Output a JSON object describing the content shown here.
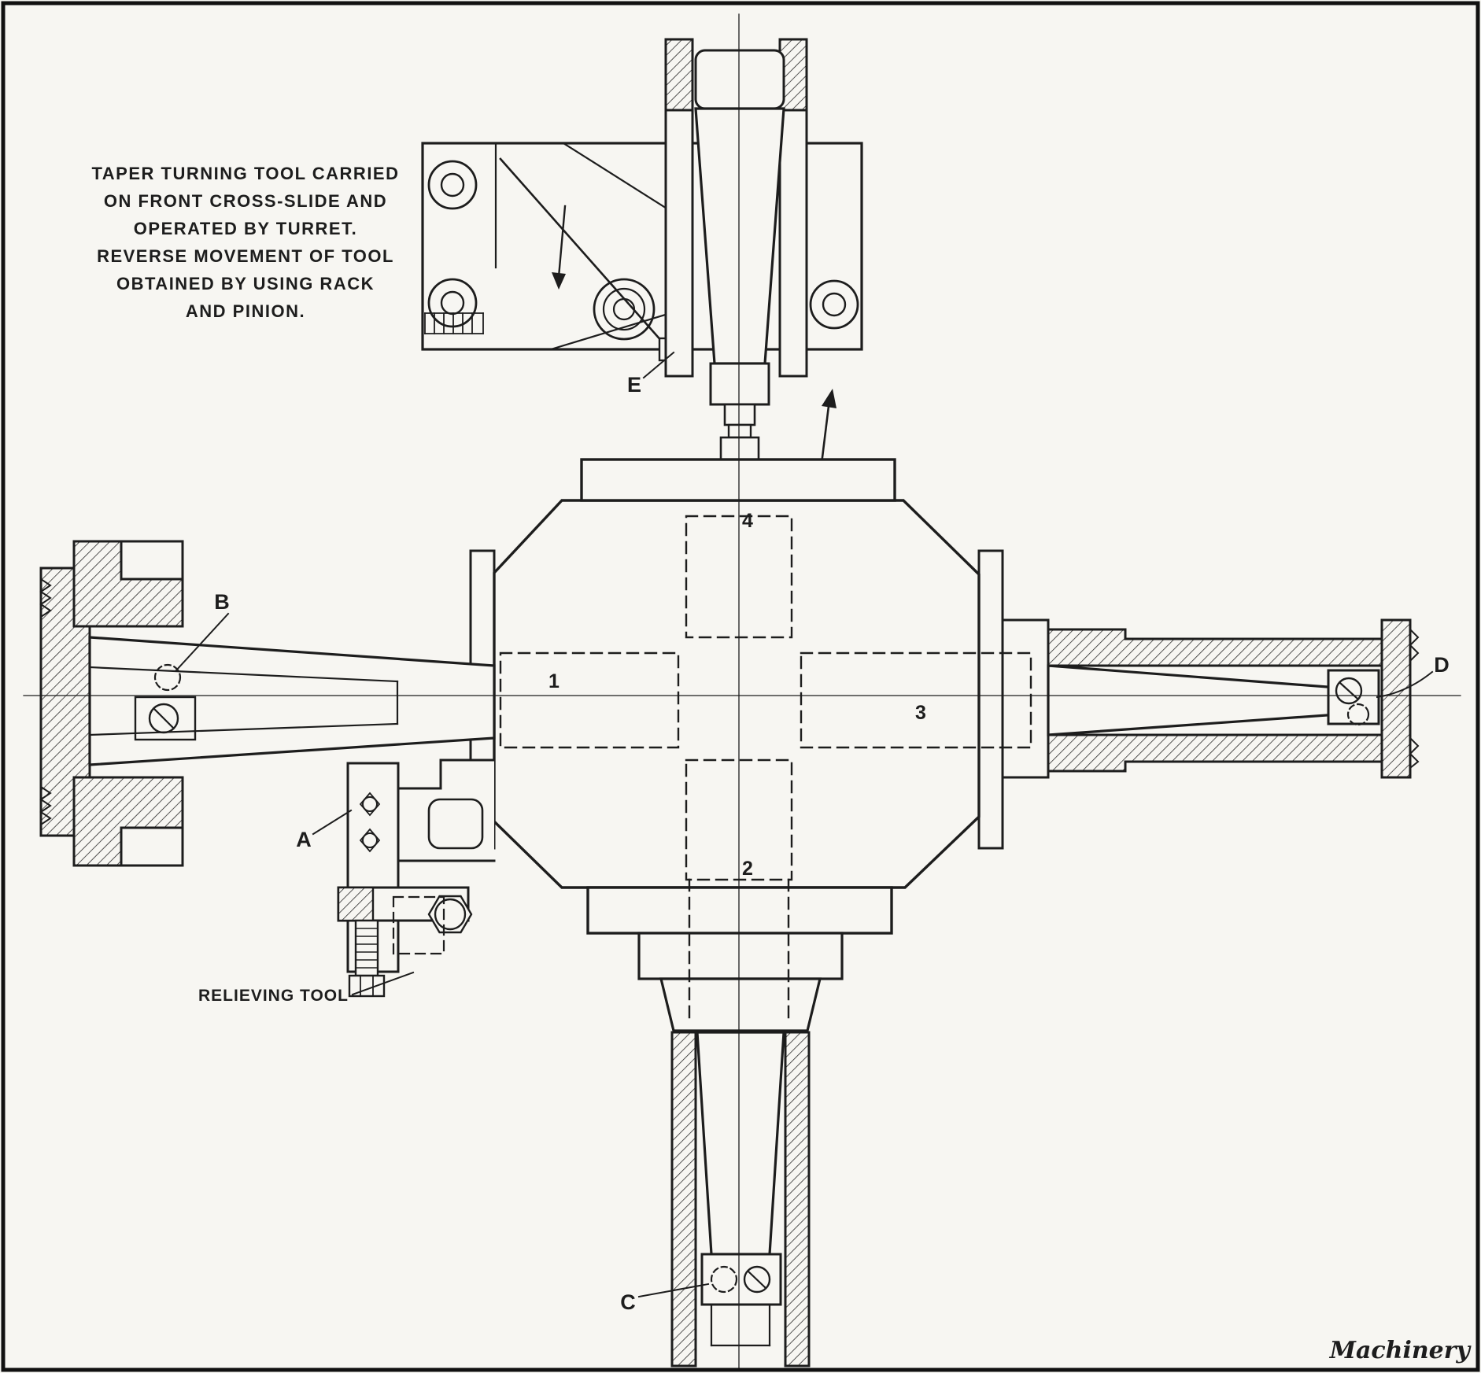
{
  "palette": {
    "paper": "#f7f6f2",
    "ink": "#1d1d1d"
  },
  "caption": {
    "lines": [
      "TAPER TURNING TOOL CARRIED",
      "ON FRONT CROSS-SLIDE AND",
      "OPERATED BY TURRET.",
      "REVERSE MOVEMENT OF TOOL",
      "OBTAINED BY USING RACK",
      "AND PINION."
    ]
  },
  "part_labels": {
    "a": "A",
    "b": "B",
    "c": "C",
    "d": "D",
    "e": "E"
  },
  "position_numbers": {
    "p1": "1",
    "p2": "2",
    "p3": "3",
    "p4": "4"
  },
  "annotations": {
    "relieving_tool": "RELIEVING TOOL"
  },
  "credit": "Machinery"
}
